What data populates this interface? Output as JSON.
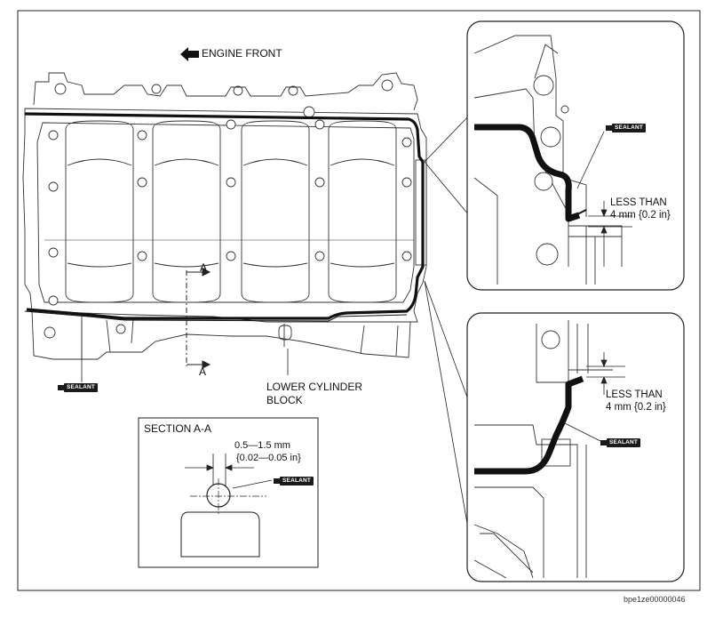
{
  "labels": {
    "engine_front": "ENGINE FRONT",
    "section_mark_top": "A",
    "section_mark_bottom": "A",
    "part_name_line1": "LOWER CYLINDER",
    "part_name_line2": "BLOCK",
    "section_title": "SECTION A-A",
    "gap_dimension_line1": "0.5—1.5 mm",
    "gap_dimension_line2": "{0.02—0.05 in}",
    "upper_detail_line1": "LESS THAN",
    "upper_detail_line2": "4 mm {0.2 in}",
    "lower_detail_line1": "LESS THAN",
    "lower_detail_line2": "4 mm {0.2 in}",
    "image_code": "bpe1ze00000046"
  },
  "sealant_tags": [
    "SEALANT",
    "SEALANT",
    "SEALANT",
    "SEALANT"
  ]
}
